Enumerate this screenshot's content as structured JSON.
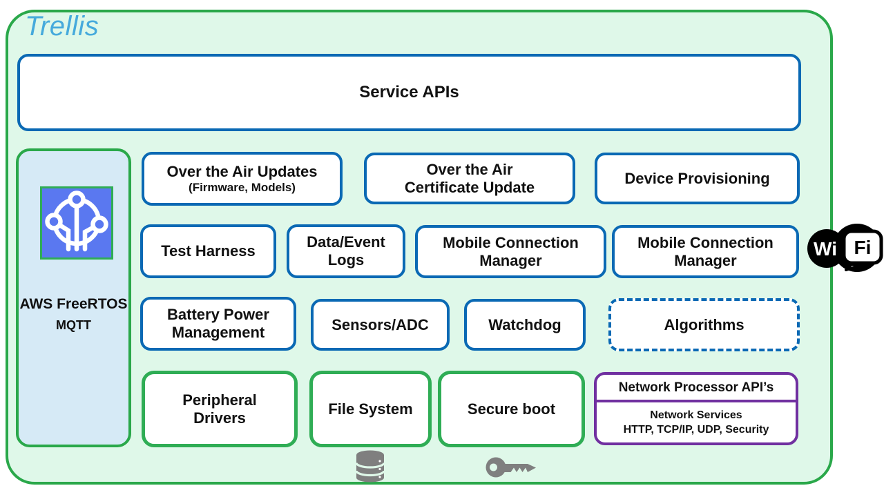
{
  "app": {
    "title": "Trellis"
  },
  "colors": {
    "outer_green": "#2AA84A",
    "box_blue": "#0A69B4",
    "network_purple": "#7030A0",
    "mint_background": "#DFF8E9",
    "panel_background": "#D6EAF6",
    "freertos_blue": "#5A78F0",
    "title_blue": "#46AADC",
    "icon_gray": "#7F7F7F"
  },
  "service_apis": {
    "label": "Service APIs"
  },
  "left_panel": {
    "icon": "freertos-logo",
    "line1": "AWS",
    "line2": "FreeRTOS",
    "line3": "MQTT"
  },
  "grid": {
    "ota_updates": {
      "title": "Over the Air Updates",
      "subtitle": "(Firmware, Models)"
    },
    "ota_certificate": {
      "line1": "Over the Air",
      "line2": "Certificate Update"
    },
    "device_provisioning": {
      "title": "Device Provisioning"
    },
    "test_harness": {
      "title": "Test Harness"
    },
    "data_event_logs": {
      "line1": "Data/Event",
      "line2": "Logs"
    },
    "mobile_connection_manager_1": {
      "line1": "Mobile Connection",
      "line2": "Manager"
    },
    "mobile_connection_manager_2": {
      "line1": "Mobile Connection",
      "line2": "Manager"
    },
    "battery_power_management": {
      "line1": "Battery Power",
      "line2": "Management"
    },
    "sensors_adc": {
      "title": "Sensors/ADC"
    },
    "watchdog": {
      "title": "Watchdog"
    },
    "algorithms": {
      "title": "Algorithms"
    },
    "peripheral_drivers": {
      "line1": "Peripheral",
      "line2": "Drivers"
    },
    "file_system": {
      "title": "File System"
    },
    "secure_boot": {
      "title": "Secure boot"
    },
    "network_processor": {
      "title": "Network Processor API’s",
      "line1": "Network Services",
      "line2": "HTTP, TCP/IP, UDP, Security"
    }
  },
  "wifi": {
    "icon": "wifi-logo",
    "wi": "Wi",
    "fi": "Fi"
  },
  "footer_icons": {
    "database": "database-icon",
    "key": "key-icon"
  }
}
